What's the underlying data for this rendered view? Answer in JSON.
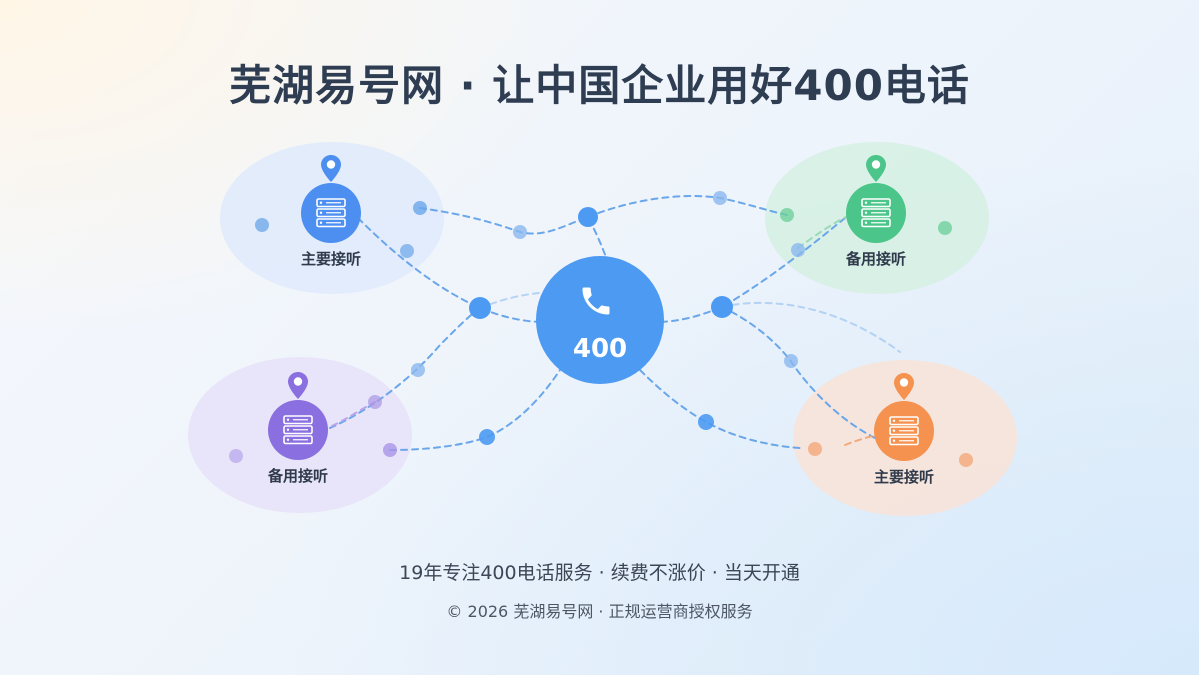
{
  "header": {
    "title": "芜湖易号网 · 让中国企业用好400电话"
  },
  "hub": {
    "label": "400",
    "icon": "phone-icon",
    "color": "#4d9af3"
  },
  "nodes": [
    {
      "id": "top-left",
      "label": "主要接听",
      "icon": "server-icon",
      "pin": "location-pin-icon",
      "color": "#4d8ff0",
      "halo": "#dce9fb"
    },
    {
      "id": "top-right",
      "label": "备用接听",
      "icon": "server-icon",
      "pin": "location-pin-icon",
      "color": "#4cc58a",
      "halo": "#d6f1e3"
    },
    {
      "id": "bottom-left",
      "label": "备用接听",
      "icon": "server-icon",
      "pin": "location-pin-icon",
      "color": "#8a6fe0",
      "halo": "#e6e0f8"
    },
    {
      "id": "bottom-right",
      "label": "主要接听",
      "icon": "server-icon",
      "pin": "location-pin-icon",
      "color": "#f5924f",
      "halo": "#f9e2d6"
    }
  ],
  "footer": {
    "tagline": "19年专注400电话服务 · 续费不涨价 · 当天开通",
    "copyright": "© 2026 芜湖易号网 · 正规运营商授权服务"
  }
}
